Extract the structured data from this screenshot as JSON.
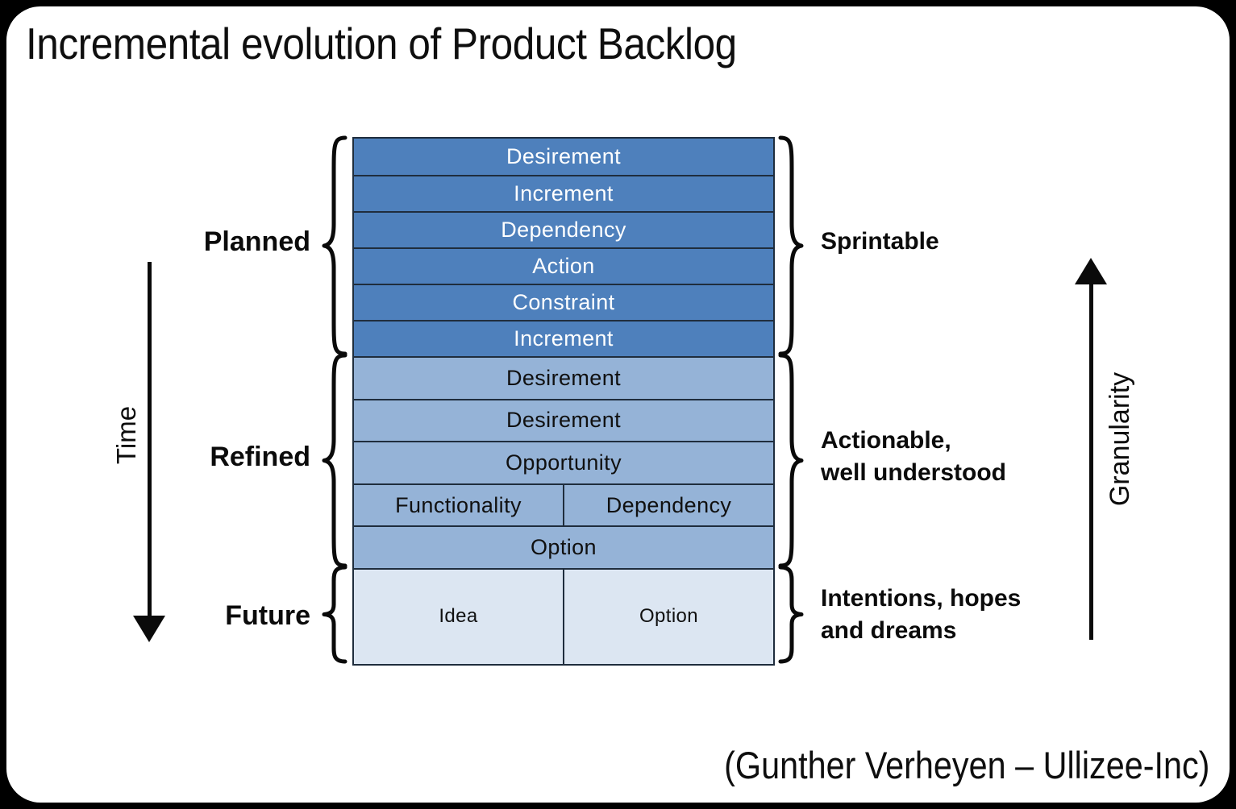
{
  "title": "Incremental evolution of Product Backlog",
  "attribution": "(Gunther Verheyen – Ullizee-Inc)",
  "axes": {
    "time_label": "Time",
    "granularity_label": "Granularity"
  },
  "colors": {
    "planned_fill": "#4e80bc",
    "refined_fill": "#95b3d7",
    "future_fill": "#dce6f2",
    "row_border": "#1f2d3d",
    "planned_text": "#ffffff",
    "dark_text": "#101010"
  },
  "stack": {
    "groups": [
      {
        "stage_label": "Planned",
        "annotation_lines": [
          "Sprintable"
        ],
        "rows": [
          {
            "cells": [
              "Desirement"
            ]
          },
          {
            "cells": [
              "Increment"
            ]
          },
          {
            "cells": [
              "Dependency"
            ]
          },
          {
            "cells": [
              "Action"
            ]
          },
          {
            "cells": [
              "Constraint"
            ]
          },
          {
            "cells": [
              "Increment"
            ]
          }
        ]
      },
      {
        "stage_label": "Refined",
        "annotation_lines": [
          "Actionable,",
          "well understood"
        ],
        "rows": [
          {
            "cells": [
              "Desirement"
            ]
          },
          {
            "cells": [
              "Desirement"
            ]
          },
          {
            "cells": [
              "Opportunity"
            ]
          },
          {
            "cells": [
              "Functionality",
              "Dependency"
            ]
          },
          {
            "cells": [
              "Option"
            ]
          }
        ]
      },
      {
        "stage_label": "Future",
        "annotation_lines": [
          "Intentions, hopes",
          "and dreams"
        ],
        "rows": [
          {
            "cells": [
              "Idea",
              "Option"
            ]
          }
        ]
      }
    ]
  }
}
